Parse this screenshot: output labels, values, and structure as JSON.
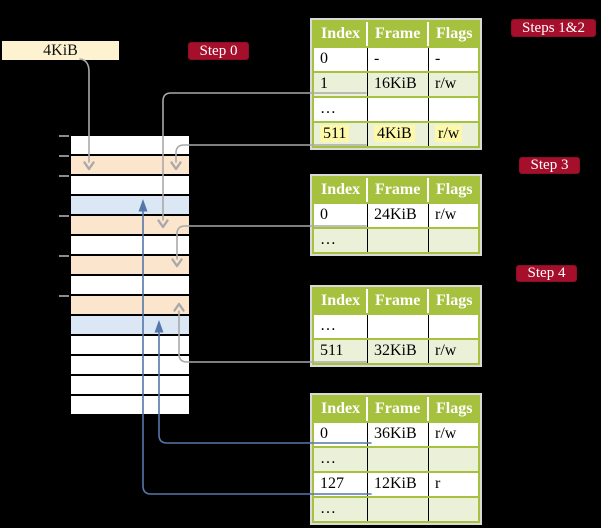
{
  "page_size_label": "4KiB",
  "steps": {
    "step0": "Step 0",
    "steps_1_2": "Steps 1&2",
    "step3": "Step 3",
    "step4": "Step 4"
  },
  "tables": [
    {
      "step": "Steps 1&2",
      "headers": [
        "Index",
        "Frame",
        "Flags"
      ],
      "rows": [
        {
          "cells": [
            "0",
            "-",
            "-"
          ]
        },
        {
          "cells": [
            "1",
            "16KiB",
            "r/w"
          ]
        },
        {
          "cells": [
            "…",
            "",
            ""
          ]
        },
        {
          "cells": [
            "511",
            "4KiB",
            "r/w"
          ],
          "highlight": true
        }
      ]
    },
    {
      "step": "Step 3",
      "headers": [
        "Index",
        "Frame",
        "Flags"
      ],
      "rows": [
        {
          "cells": [
            "0",
            "24KiB",
            "r/w"
          ]
        },
        {
          "cells": [
            "…",
            "",
            ""
          ]
        }
      ]
    },
    {
      "step": "Step 4",
      "headers": [
        "Index",
        "Frame",
        "Flags"
      ],
      "rows": [
        {
          "cells": [
            "…",
            "",
            ""
          ]
        },
        {
          "cells": [
            "511",
            "32KiB",
            "r/w"
          ]
        }
      ]
    },
    {
      "step": "",
      "headers": [
        "Index",
        "Frame",
        "Flags"
      ],
      "rows": [
        {
          "cells": [
            "0",
            "36KiB",
            "r/w"
          ]
        },
        {
          "cells": [
            "…",
            "",
            ""
          ]
        },
        {
          "cells": [
            "127",
            "12KiB",
            "r"
          ]
        },
        {
          "cells": [
            "…",
            "",
            ""
          ]
        }
      ]
    }
  ],
  "memory": {
    "rows": [
      {
        "color": "w"
      },
      {
        "color": "o"
      },
      {
        "color": "w"
      },
      {
        "color": "b"
      },
      {
        "color": "o"
      },
      {
        "color": "w"
      },
      {
        "color": "o"
      },
      {
        "color": "w"
      },
      {
        "color": "o"
      },
      {
        "color": "b"
      },
      {
        "color": "w"
      },
      {
        "color": "w"
      },
      {
        "color": "w"
      },
      {
        "color": "w"
      }
    ]
  },
  "colors": {
    "table_header_green": "#a6c13e",
    "table_row_shade_green": "#ebf1d9",
    "highlight_yellow": "#fdf9a9",
    "memory_frame_orange": "#fce5cd",
    "memory_frame_blue": "#dbe7f5",
    "page_size_box_cream": "#fdf3d1",
    "step_badge_red": "#a50f2b",
    "gray_pointer": "#a9a9a9",
    "blue_pointer": "#5577a8"
  }
}
